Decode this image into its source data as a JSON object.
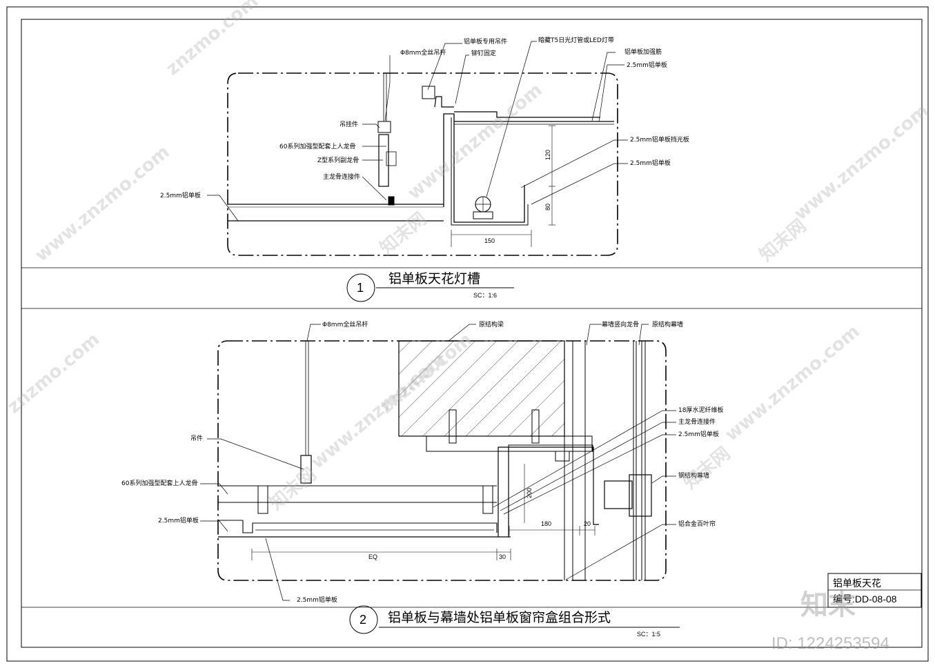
{
  "detail1": {
    "number": "1",
    "title": "铝单板天花灯槽",
    "scale": "SC：1:6",
    "labels": {
      "rod": "Φ8mm全丝吊杆",
      "bracket": "铝单板专用吊件",
      "rivet": "铆钉固定",
      "light": "暗藏T5日光灯管或LED灯带",
      "rib": "铝单板加强筋",
      "panel_top": "2.5mm铝单板",
      "hanger": "吊挂件",
      "main_keel": "60系列加强型配套上人龙骨",
      "z_keel": "Z型系列副龙骨",
      "connector": "主龙骨连接件",
      "panel_left": "2.5mm铝单板",
      "shield": "2.5mm铝单板挡光板",
      "panel_right": "2.5mm铝单板"
    },
    "dims": {
      "h1": "120",
      "h2": "80",
      "w": "150"
    }
  },
  "detail2": {
    "number": "2",
    "title": "铝单板与幕墙处铝单板窗帘盒组合形式",
    "scale": "SC：1:5",
    "labels": {
      "rod": "Φ8mm全丝吊杆",
      "beam": "原结构梁",
      "mullion": "幕墙竖向龙骨",
      "curtain_wall": "原结构幕墙",
      "cement_board": "18厚水泥纤维板",
      "connector": "主龙骨连接件",
      "panel_a": "2.5mm铝单板",
      "hanger": "吊件",
      "main_keel": "60系列加强型配套上人龙骨",
      "panel_left": "2.5mm铝单板",
      "steel_wall": "钢结构幕墙",
      "blinds": "铝合金百叶帘",
      "panel_bottom": "2.5mm铝单板"
    },
    "dims": {
      "h": "200",
      "w1": "180",
      "w2": "20",
      "eq": "EQ",
      "w3": "30"
    }
  },
  "title_block": {
    "name": "铝单板天花",
    "code": "编号:DD-08-08"
  },
  "watermark": {
    "site": "znzmo.com",
    "site_full": "www.znzmo.com",
    "brand": "知末网",
    "logo": "知末",
    "id": "ID: 1224253594"
  }
}
